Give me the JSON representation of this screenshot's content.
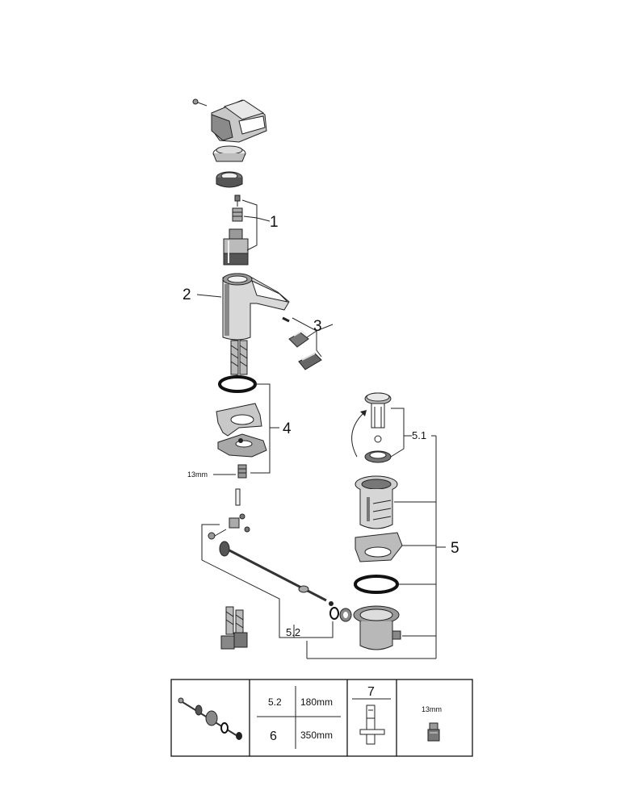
{
  "callouts": {
    "c1": "1",
    "c2": "2",
    "c3": "3",
    "c4": "4",
    "c5": "5",
    "c51": "5.1",
    "c52": "5.2",
    "wrench": "13mm"
  },
  "table": {
    "r1_code": "5.2",
    "r1_len": "180mm",
    "r2_code": "6",
    "r2_len": "350mm",
    "tool_no": "7",
    "wrench": "13mm"
  }
}
